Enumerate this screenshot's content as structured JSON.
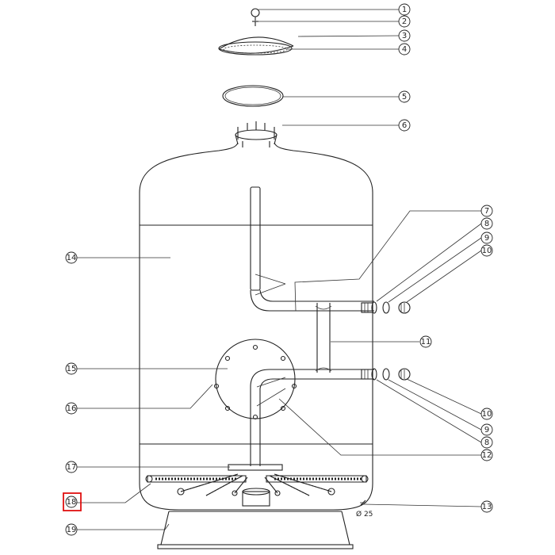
{
  "diagram": {
    "callouts": [
      {
        "id": "c1",
        "label": "1"
      },
      {
        "id": "c2",
        "label": "2"
      },
      {
        "id": "c3",
        "label": "3"
      },
      {
        "id": "c4",
        "label": "4"
      },
      {
        "id": "c5",
        "label": "5"
      },
      {
        "id": "c6",
        "label": "6"
      },
      {
        "id": "c7",
        "label": "7"
      },
      {
        "id": "c8a",
        "label": "8"
      },
      {
        "id": "c9a",
        "label": "9"
      },
      {
        "id": "c10a",
        "label": "10"
      },
      {
        "id": "c11",
        "label": "11"
      },
      {
        "id": "c12",
        "label": "12"
      },
      {
        "id": "c13",
        "label": "13"
      },
      {
        "id": "c14",
        "label": "14"
      },
      {
        "id": "c15",
        "label": "15"
      },
      {
        "id": "c16",
        "label": "16"
      },
      {
        "id": "c17",
        "label": "17"
      },
      {
        "id": "c18",
        "label": "18"
      },
      {
        "id": "c19",
        "label": "19"
      },
      {
        "id": "c10b",
        "label": "10"
      },
      {
        "id": "c9b",
        "label": "9"
      },
      {
        "id": "c8b",
        "label": "8"
      }
    ],
    "dimension_label": "Ø 25",
    "highlight_color": "#e01010"
  }
}
